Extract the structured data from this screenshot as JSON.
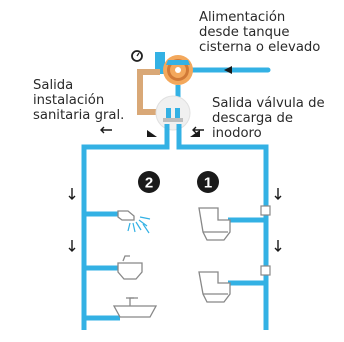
{
  "labels": {
    "supply": "Alimentación\ndesde tanque\ncisterna o elevado",
    "general_outlet": "Salida\ninstalación\nsanitaria gral.",
    "valve_outlet": "Salida válvula de\ndescarga de\ninodoro"
  },
  "circuits": [
    {
      "number": "2"
    },
    {
      "number": "1"
    }
  ],
  "colors": {
    "pipe": "#33b1e4",
    "pump": "#f3a85c",
    "supply_pipe": "#d9a877",
    "badge": "#1a1a1a",
    "fixture_stroke": "#8a8a8a"
  },
  "icons": {
    "pump": "pump-icon",
    "manometer": "gauge-icon",
    "valve": "valve-icon",
    "shower": "shower-icon",
    "bidet": "bidet-icon",
    "sink": "sink-icon",
    "toilet": "toilet-icon",
    "flow_arrow": "arrow-icon"
  }
}
